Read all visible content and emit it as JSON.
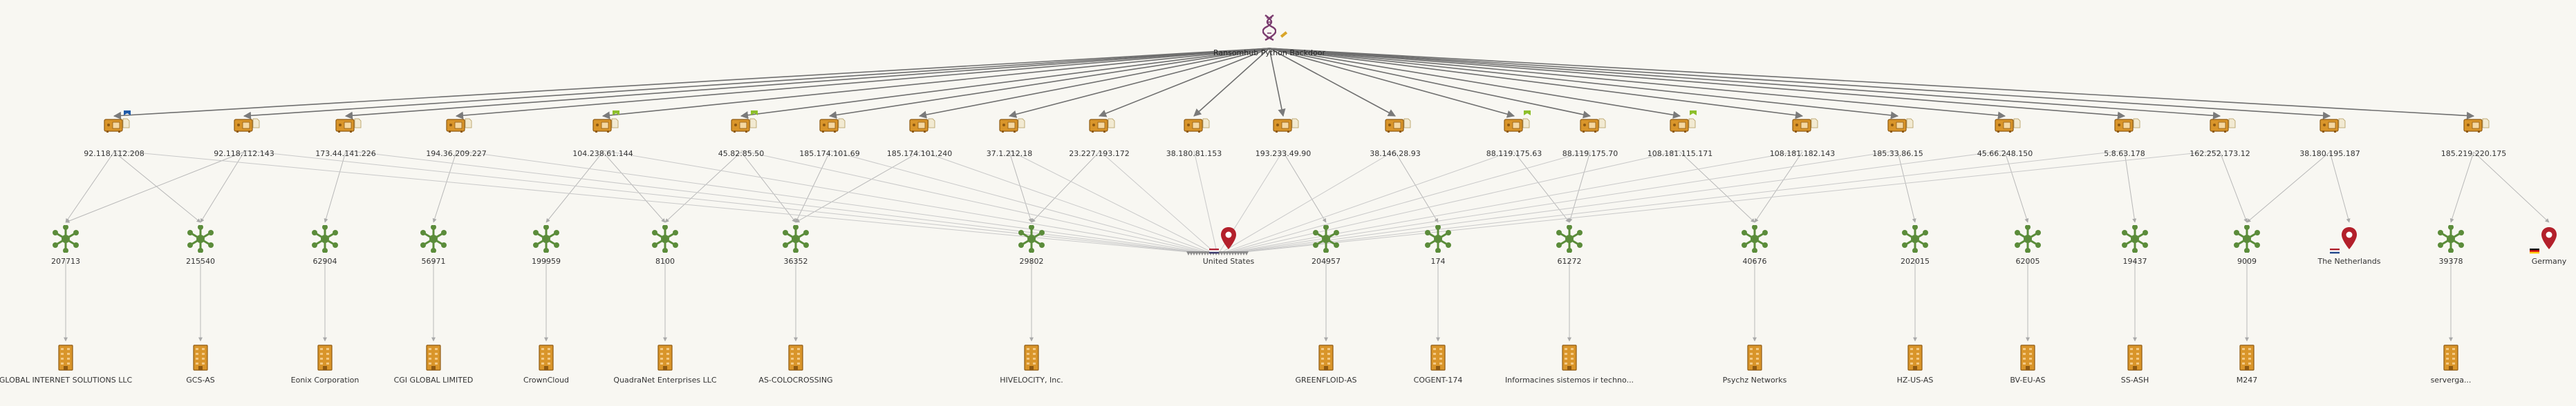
{
  "root": {
    "label": "Ransomhub Python Backdoor",
    "icon": "dna-icon"
  },
  "colors": {
    "edge": "#7a7a7a",
    "edge_light": "#b5b5b5",
    "ip": "#d9952a",
    "asn": "#5b8c3a",
    "org": "#d9952a",
    "pin": "#b3202b"
  },
  "ips": [
    "92.118.112.208",
    "92.118.112.143",
    "173.44.141.226",
    "194.36.209.227",
    "104.238.61.144",
    "45.82.85.50",
    "185.174.101.69",
    "185.174.101.240",
    "37.1.212.18",
    "23.227.193.172",
    "38.180.81.153",
    "193.233.49.90",
    "38.146.28.93",
    "88.119.175.63",
    "88.119.175.70",
    "108.181.115.171",
    "108.181.182.143",
    "185.33.86.15",
    "45.66.248.150",
    "5.8.63.178",
    "162.252.173.12",
    "38.180.195.187",
    "185.219.220.175"
  ],
  "ip_badges": [
    {
      "index": 0,
      "badge": "blue-flag-icon"
    },
    {
      "index": 4,
      "badge": "green-flag-icon"
    },
    {
      "index": 5,
      "badge": "green-flag-icon"
    },
    {
      "index": 13,
      "badge": "green-flag-icon"
    },
    {
      "index": 15,
      "badge": "green-flag-icon"
    }
  ],
  "asns": [
    "207713",
    "215540",
    "62904",
    "56971",
    "199959",
    "8100",
    "36352",
    "29802",
    "204957",
    "174",
    "61272",
    "40676",
    "202015",
    "62005",
    "19437",
    "9009",
    "39378"
  ],
  "countries": [
    {
      "name": "United States",
      "flag": "us"
    },
    {
      "name": "The Netherlands",
      "flag": "nl"
    },
    {
      "name": "Germany",
      "flag": "de"
    }
  ],
  "orgs": [
    "GLOBAL INTERNET SOLUTIONS LLC",
    "GCS-AS",
    "Eonix Corporation",
    "CGI GLOBAL LIMITED",
    "CrownCloud",
    "QuadraNet Enterprises LLC",
    "AS-COLOCROSSING",
    "HIVELOCITY, Inc.",
    "GREENFLOID-AS",
    "COGENT-174",
    "Informacines sistemos ir techno...",
    "Psychz Networks",
    "HZ-US-AS",
    "BV-EU-AS",
    "SS-ASH",
    "M247",
    "serverga..."
  ]
}
